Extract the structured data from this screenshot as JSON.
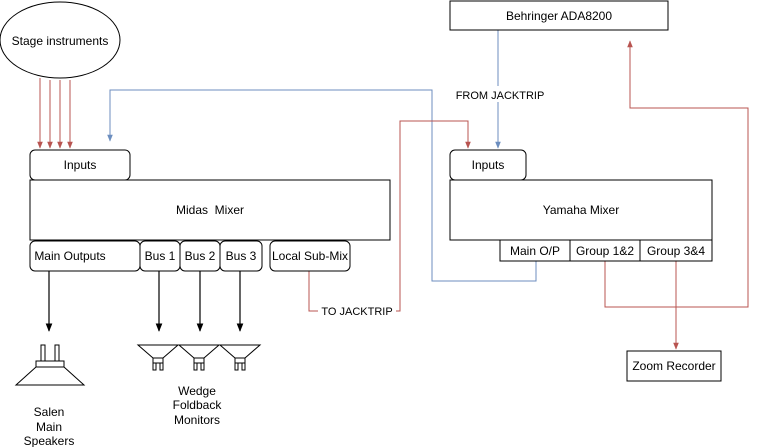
{
  "nodes": {
    "stage": "Stage instruments",
    "behringer": "Behringer ADA8200",
    "midas_inputs": "Inputs",
    "midas_mixer": "Midas  Mixer",
    "main_outputs": "Main Outputs",
    "bus1": "Bus 1",
    "bus2": "Bus 2",
    "bus3": "Bus 3",
    "local_submix": "Local Sub-Mix",
    "yamaha_inputs": "Inputs",
    "yamaha_mixer": "Yamaha Mixer",
    "main_op": "Main O/P",
    "group12": "Group 1&2",
    "group34": "Group 3&4",
    "zoom": "Zoom Recorder"
  },
  "labels": {
    "from_jacktrip": "FROM JACKTRIP",
    "to_jacktrip": "TO JACKTRIP",
    "salen_1": "Salen",
    "salen_2": "Main",
    "salen_3": "Speakers",
    "wedge_1": "Wedge",
    "wedge_2": "Foldback",
    "wedge_3": "Monitors"
  },
  "colors": {
    "red_link": "#b85450",
    "blue_link": "#6c8ebf"
  },
  "icons": {
    "main_speaker": "speaker-icon",
    "wedges": "wedge-monitor-icon"
  }
}
